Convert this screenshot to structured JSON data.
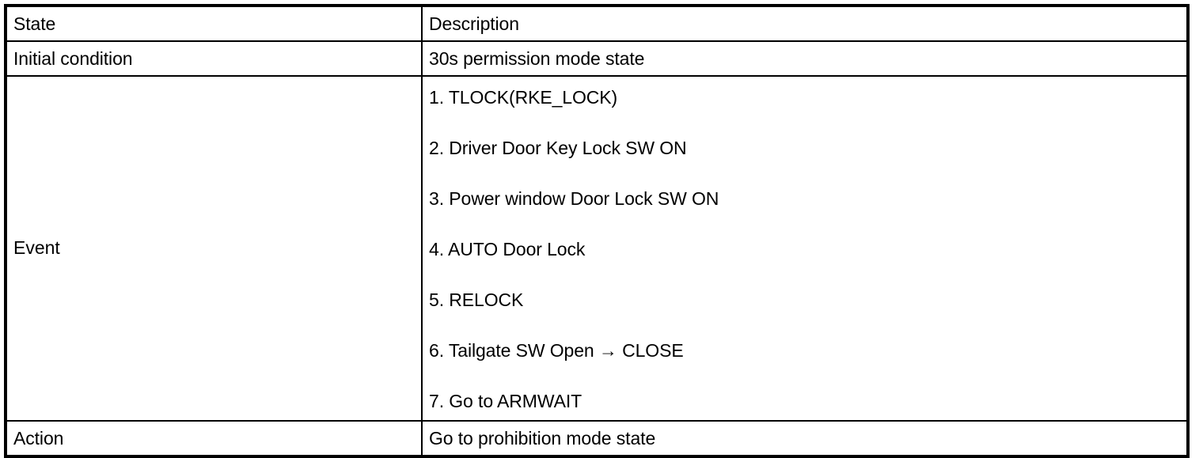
{
  "table": {
    "header": {
      "state": "State",
      "description": "Description"
    },
    "rows": {
      "initial_condition": {
        "state": "Initial condition",
        "description": "30s permission mode state"
      },
      "event": {
        "state": "Event",
        "steps": [
          "1. TLOCK(RKE_LOCK)",
          "2. Driver Door Key Lock SW ON",
          "3. Power window Door Lock SW ON",
          "4. AUTO Door Lock",
          "5. RELOCK",
          "6. Tailgate SW Open → CLOSE",
          "7. Go to ARMWAIT"
        ]
      },
      "action": {
        "state": "Action",
        "description": "Go to prohibition mode state"
      }
    }
  },
  "colors": {
    "border": "#000000",
    "background": "#ffffff",
    "text": "#000000"
  }
}
